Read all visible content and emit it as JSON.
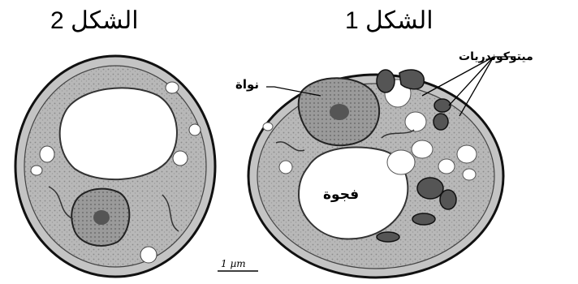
{
  "figure_2": {
    "title": "الشكل 2"
  },
  "figure_1": {
    "title": "الشكل 1",
    "labels": {
      "mitochondria": "ميتوكوندريات",
      "nucleus": "نواة",
      "vacuole": "فجوة"
    }
  },
  "scale_bar": {
    "label": "1 µm"
  }
}
